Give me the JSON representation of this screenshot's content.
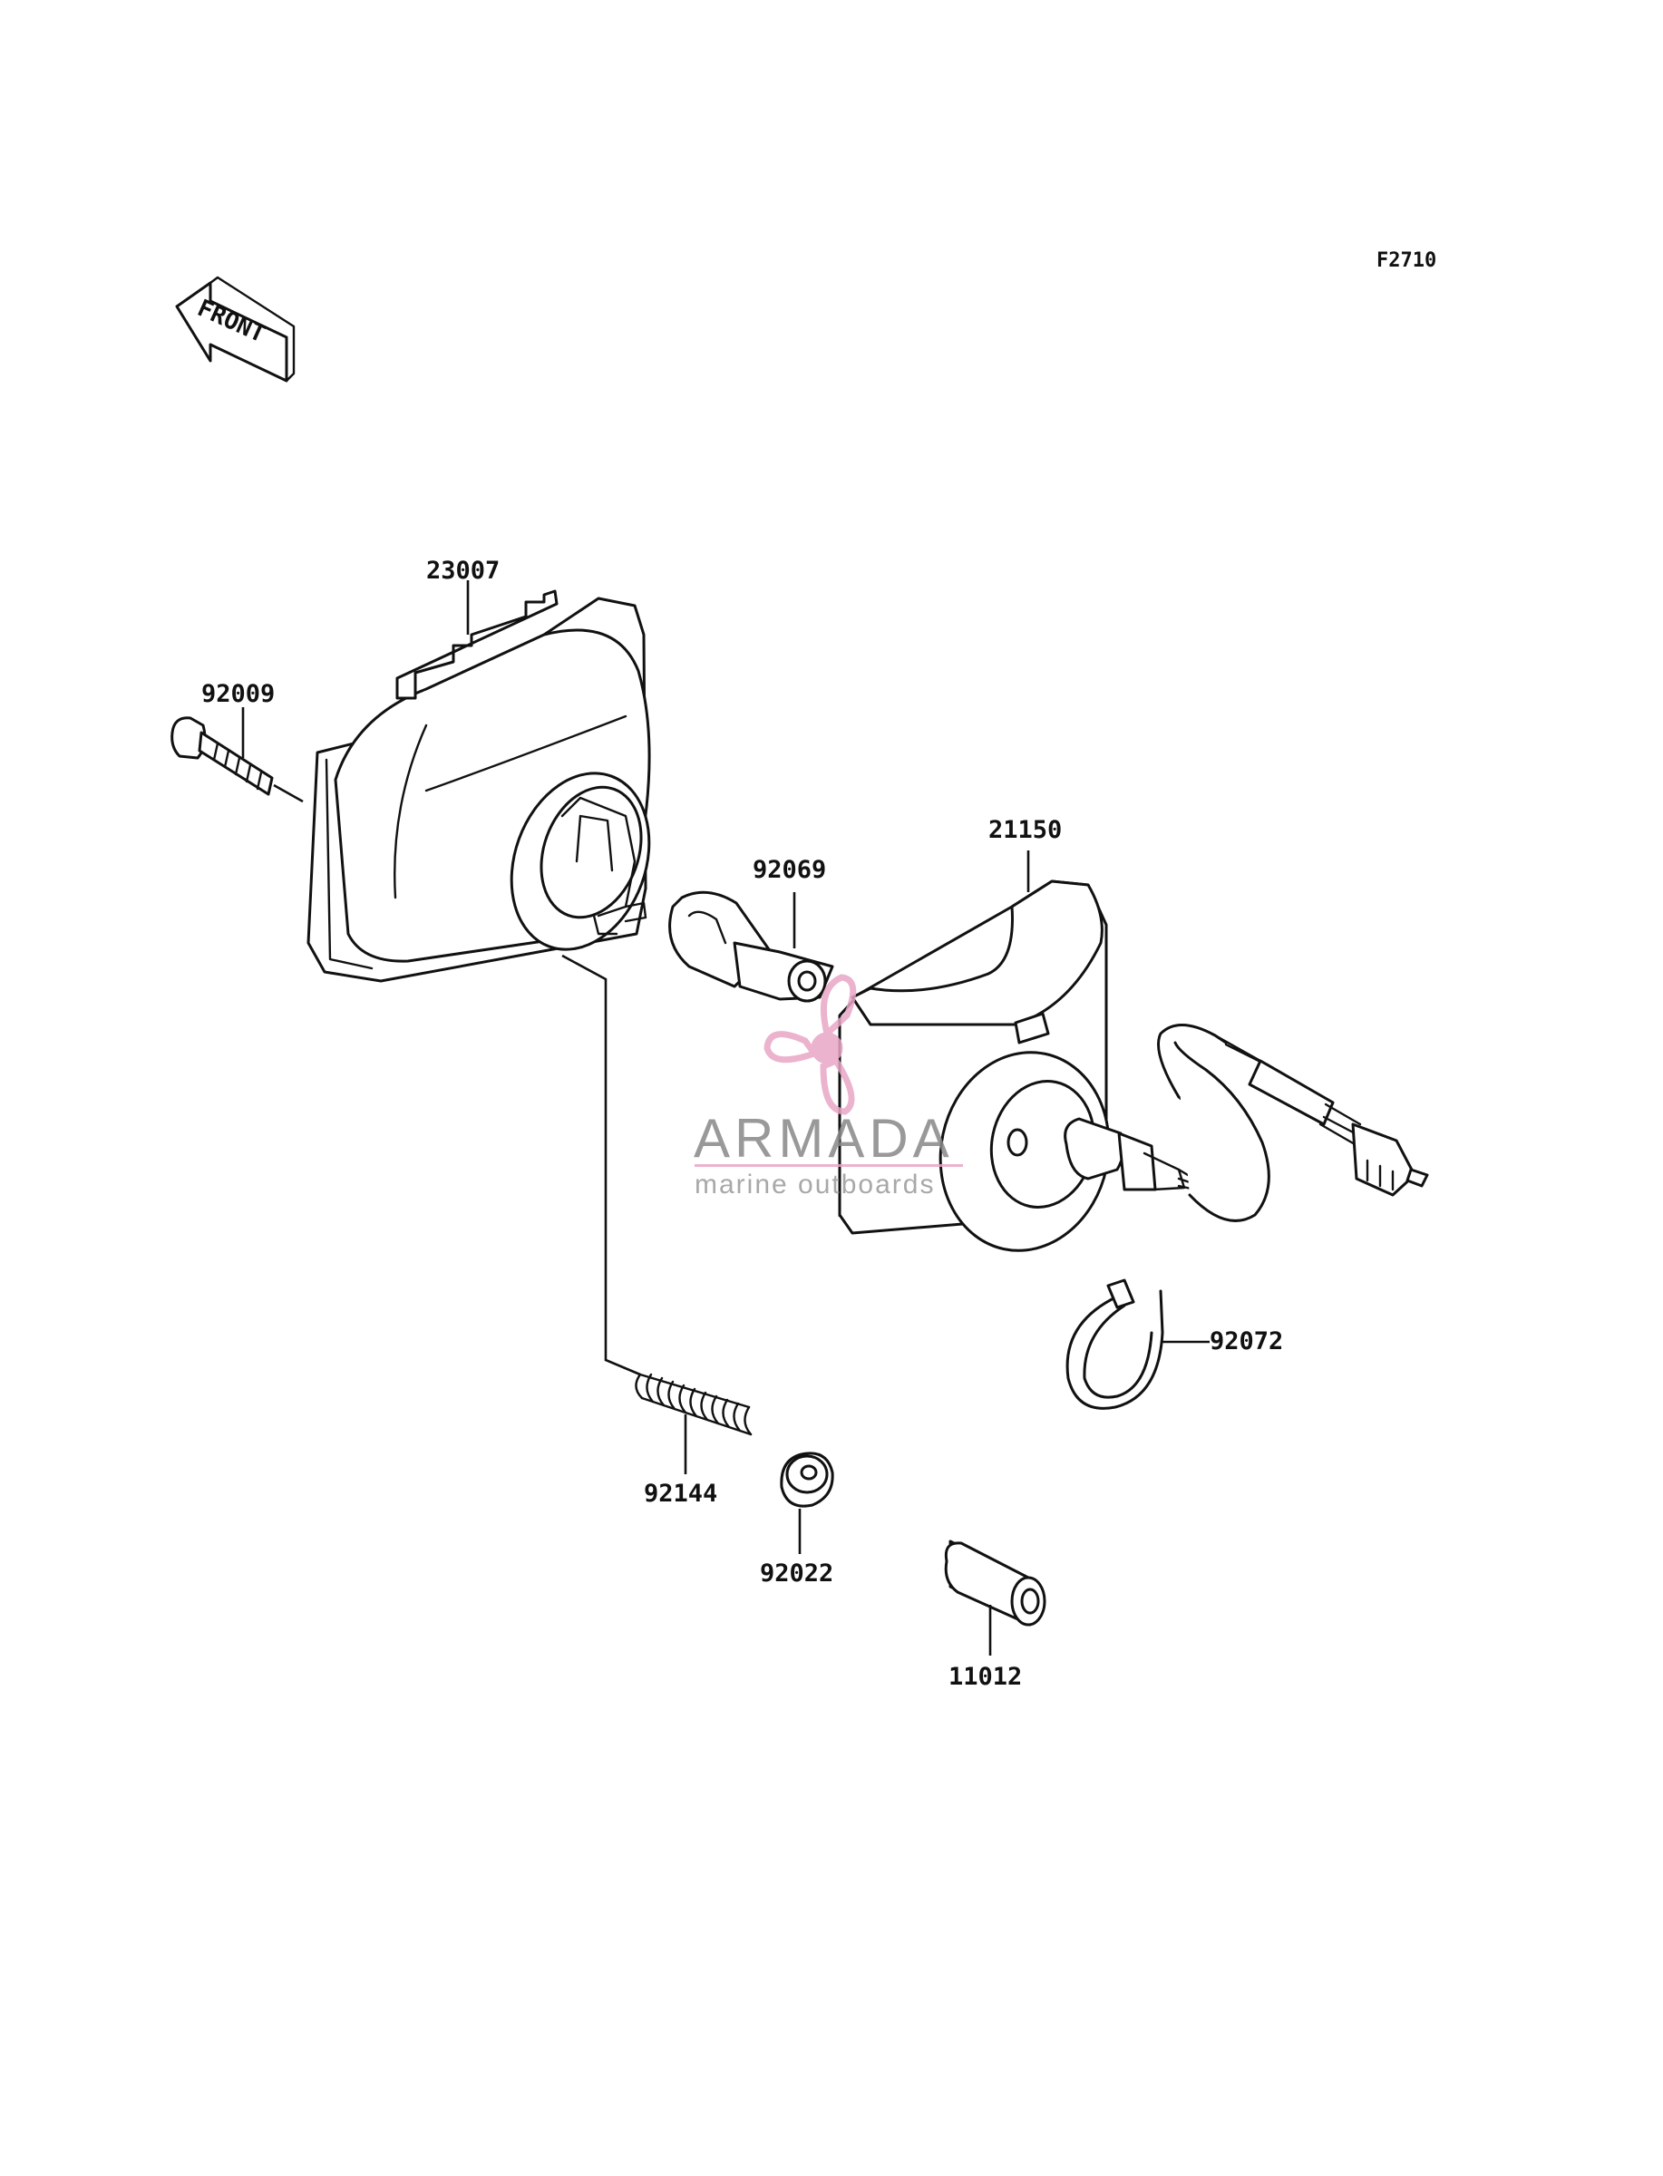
{
  "figure_code": "F2710",
  "front_label": "FRONT",
  "parts": [
    {
      "number": "23007",
      "name": "lamp-housing"
    },
    {
      "number": "92009",
      "name": "bolt"
    },
    {
      "number": "92069",
      "name": "bulb"
    },
    {
      "number": "21150",
      "name": "lamp-bracket"
    },
    {
      "number": "92072",
      "name": "band"
    },
    {
      "number": "92144",
      "name": "spring"
    },
    {
      "number": "92022",
      "name": "washer"
    },
    {
      "number": "11012",
      "name": "collar"
    }
  ],
  "watermark": {
    "brand": "ARMADA",
    "tagline": "marine outboards",
    "color": "#e8a6c6"
  }
}
